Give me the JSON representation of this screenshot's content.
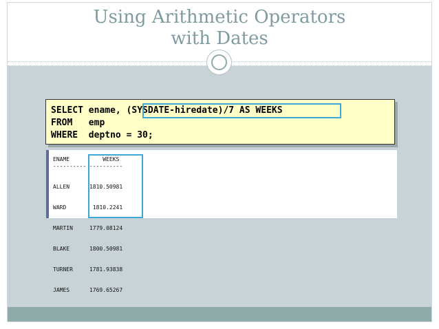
{
  "slide": {
    "title_line1": "Using Arithmetic Operators",
    "title_line2": "with Dates"
  },
  "sql": {
    "line1": "SELECT ename, (SYSDATE-hiredate)/7 AS WEEKS",
    "line2": "FROM   emp",
    "line3": "WHERE  deptno = 30;"
  },
  "result": {
    "header": "ENAME          WEEKS",
    "dashes": "---------- ----------",
    "rows": [
      "ALLEN      1810.50981",
      "WARD        1810.2241",
      "MARTIN     1779.08124",
      "BLAKE      1800.50981",
      "TURNER     1781.93838",
      "JAMES      1769.65267"
    ]
  },
  "colors": {
    "title": "#7f9ba0",
    "content_bg": "#c8d3d7",
    "footer_bg": "#8faaa9",
    "code_bg": "#ffffc8",
    "highlight": "#3ca7d8"
  }
}
